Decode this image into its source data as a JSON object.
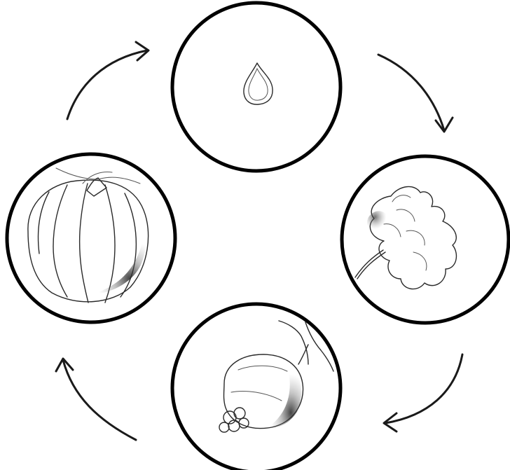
{
  "diagram": {
    "type": "cycle",
    "direction": "clockwise",
    "stages": [
      {
        "id": "seed",
        "icon": "seed-icon"
      },
      {
        "id": "flower",
        "icon": "flower-icon"
      },
      {
        "id": "fruit",
        "icon": "fruit-icon"
      },
      {
        "id": "pumpkin",
        "icon": "pumpkin-icon"
      }
    ],
    "colors": {
      "outline": "#000000",
      "sketch": "#2a2a2a",
      "background": "#ffffff"
    }
  }
}
